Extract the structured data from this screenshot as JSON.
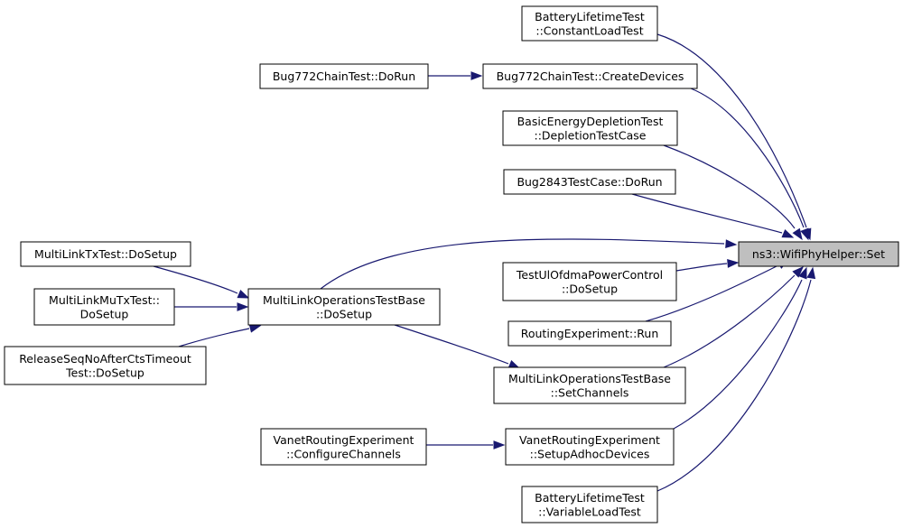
{
  "graph": {
    "nodes": [
      {
        "id": "set",
        "lines": [
          "ns3::WifiPhyHelper::Set"
        ],
        "focus": true
      },
      {
        "id": "battery_const",
        "lines": [
          "BatteryLifetimeTest",
          "::ConstantLoadTest"
        ]
      },
      {
        "id": "bug772_create",
        "lines": [
          "Bug772ChainTest::CreateDevices"
        ]
      },
      {
        "id": "bug772_run",
        "lines": [
          "Bug772ChainTest::DoRun"
        ]
      },
      {
        "id": "basic_energy",
        "lines": [
          "BasicEnergyDepletionTest",
          "::DepletionTestCase"
        ]
      },
      {
        "id": "bug2843",
        "lines": [
          "Bug2843TestCase::DoRun"
        ]
      },
      {
        "id": "mlo_setup",
        "lines": [
          "MultiLinkOperationsTestBase",
          "::DoSetup"
        ]
      },
      {
        "id": "mltx",
        "lines": [
          "MultiLinkTxTest::DoSetup"
        ]
      },
      {
        "id": "mlmutx",
        "lines": [
          "MultiLinkMuTxTest::",
          "DoSetup"
        ]
      },
      {
        "id": "releaseseq",
        "lines": [
          "ReleaseSeqNoAfterCtsTimeout",
          "Test::DoSetup"
        ]
      },
      {
        "id": "testul",
        "lines": [
          "TestUlOfdmaPowerControl",
          "::DoSetup"
        ]
      },
      {
        "id": "routing_run",
        "lines": [
          "RoutingExperiment::Run"
        ]
      },
      {
        "id": "mlo_channels",
        "lines": [
          "MultiLinkOperationsTestBase",
          "::SetChannels"
        ]
      },
      {
        "id": "vanet_config",
        "lines": [
          "VanetRoutingExperiment",
          "::ConfigureChannels"
        ]
      },
      {
        "id": "vanet_adhoc",
        "lines": [
          "VanetRoutingExperiment",
          "::SetupAdhocDevices"
        ]
      },
      {
        "id": "battery_var",
        "lines": [
          "BatteryLifetimeTest",
          "::VariableLoadTest"
        ]
      }
    ],
    "edges": [
      [
        "battery_const",
        "set"
      ],
      [
        "bug772_create",
        "set"
      ],
      [
        "bug772_run",
        "bug772_create"
      ],
      [
        "basic_energy",
        "set"
      ],
      [
        "bug2843",
        "set"
      ],
      [
        "mlo_setup",
        "set"
      ],
      [
        "mltx",
        "mlo_setup"
      ],
      [
        "mlmutx",
        "mlo_setup"
      ],
      [
        "releaseseq",
        "mlo_setup"
      ],
      [
        "testul",
        "set"
      ],
      [
        "routing_run",
        "set"
      ],
      [
        "mlo_channels",
        "set"
      ],
      [
        "mlo_setup",
        "mlo_channels"
      ],
      [
        "vanet_adhoc",
        "set"
      ],
      [
        "vanet_config",
        "vanet_adhoc"
      ],
      [
        "battery_var",
        "set"
      ]
    ]
  }
}
